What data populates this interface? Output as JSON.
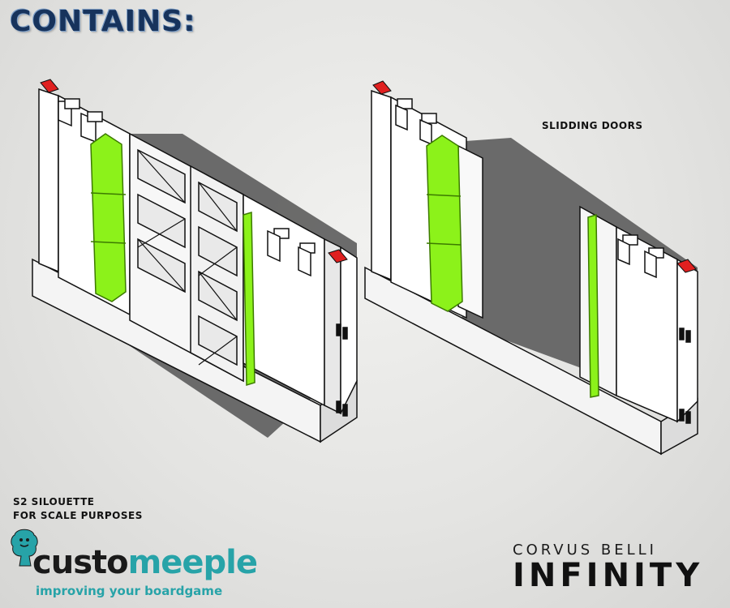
{
  "header": {
    "title": "CONTAINS:"
  },
  "labels": {
    "doors": "SLIDDING DOORS",
    "scale_line1": "S2 SILOUETTE",
    "scale_line2": "FOR SCALE PURPOSES"
  },
  "logos": {
    "customeeple_part1": "custo",
    "customeeple_part2": "meeple",
    "customeeple_tagline": "improving your boardgame",
    "brand_top": "CORVUS BELLI",
    "brand_main": "INFINITY"
  },
  "colors": {
    "title": "#17335c",
    "silhouette": "#8cf21a",
    "cap": "#e02020",
    "teal": "#27a3a8"
  },
  "icons": {
    "mascot": "meeple-mascot-icon"
  }
}
